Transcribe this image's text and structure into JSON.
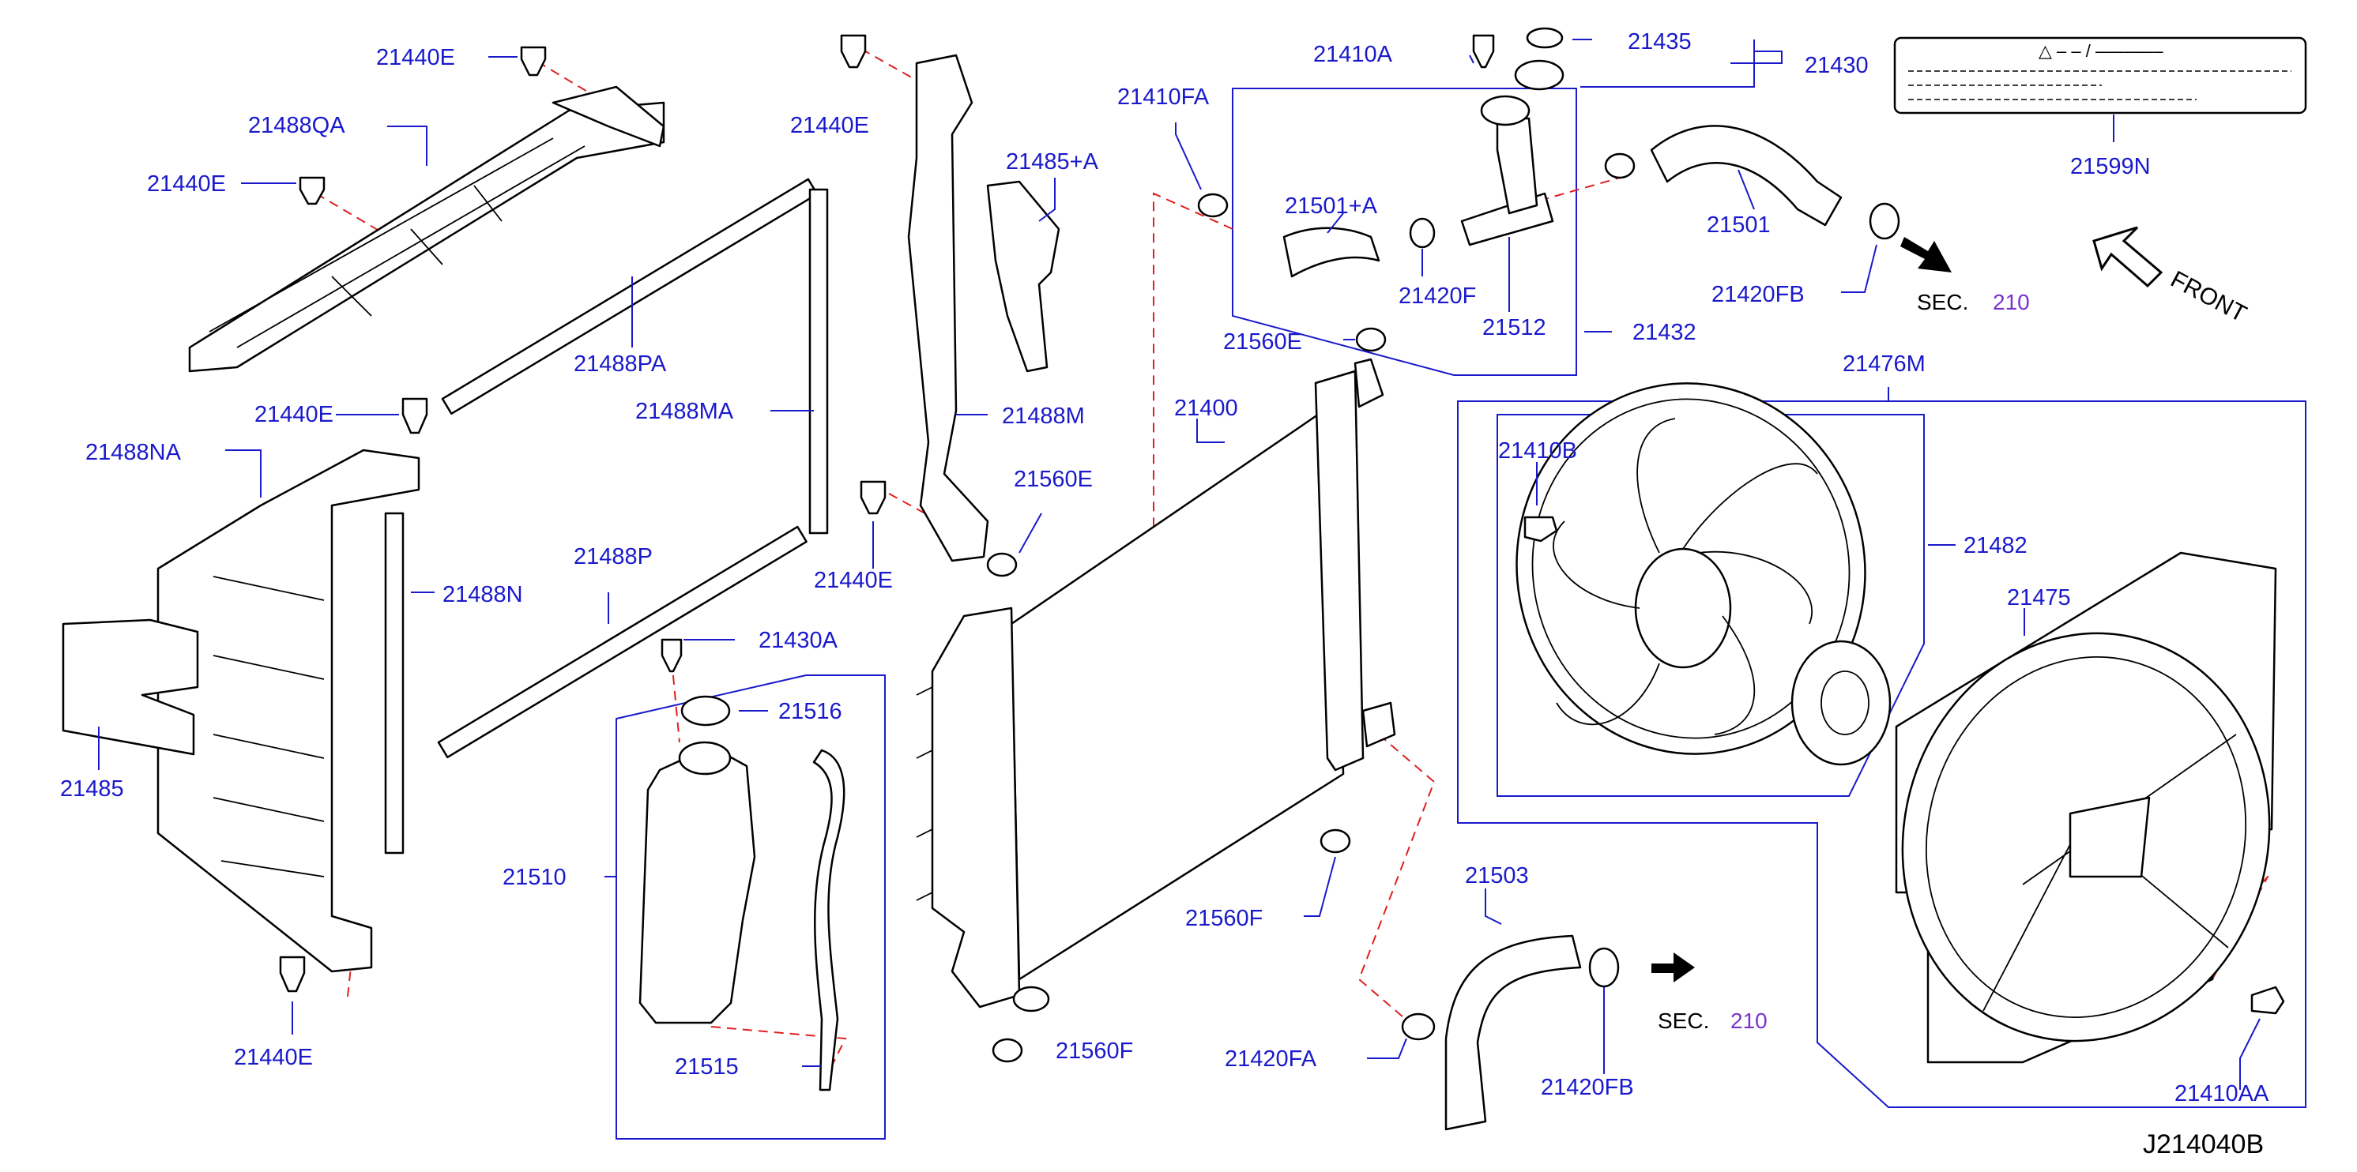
{
  "labels": {
    "l_21440e_a": "21440E",
    "l_21488qa": "21488QA",
    "l_21440e_b": "21440E",
    "l_21440e_c": "21440E",
    "l_21488na": "21488NA",
    "l_21485": "21485",
    "l_21440e_d": "21440E",
    "l_21488pa": "21488PA",
    "l_21488ma": "21488MA",
    "l_21488n": "21488N",
    "l_21488p": "21488P",
    "l_21430a": "21430A",
    "l_21516": "21516",
    "l_21510": "21510",
    "l_21515": "21515",
    "l_21440e_e": "21440E",
    "l_21485a": "21485+A",
    "l_21488m": "21488M",
    "l_21560e_a": "21560E",
    "l_21440e_f": "21440E",
    "l_21410fa": "21410FA",
    "l_21501a": "21501+A",
    "l_21420f": "21420F",
    "l_21512": "21512",
    "l_21432": "21432",
    "l_21410a": "21410A",
    "l_21435": "21435",
    "l_21430": "21430",
    "l_21501": "21501",
    "l_21420fb_a": "21420FB",
    "l_21599n": "21599N",
    "l_21560e_b": "21560E",
    "l_21400": "21400",
    "l_21476m": "21476M",
    "l_21410b": "21410B",
    "l_21482": "21482",
    "l_21475": "21475",
    "l_21560f_a": "21560F",
    "l_21560f_b": "21560F",
    "l_21503": "21503",
    "l_21420fa": "21420FA",
    "l_21420fb_b": "21420FB",
    "l_21410aa": "21410AA"
  },
  "sec_refs": [
    {
      "prefix": "SEC.",
      "number": "210"
    },
    {
      "prefix": "SEC.",
      "number": "210"
    }
  ],
  "front_label": "FRONT",
  "caution_label": {
    "heading": "△ – – / –––––––"
  },
  "diagram_id": "J214040B",
  "colors": {
    "label": "#1a1acc",
    "dashed_connector": "#e02020",
    "sec_number": "#7a33cc",
    "part_outline": "#000000"
  }
}
